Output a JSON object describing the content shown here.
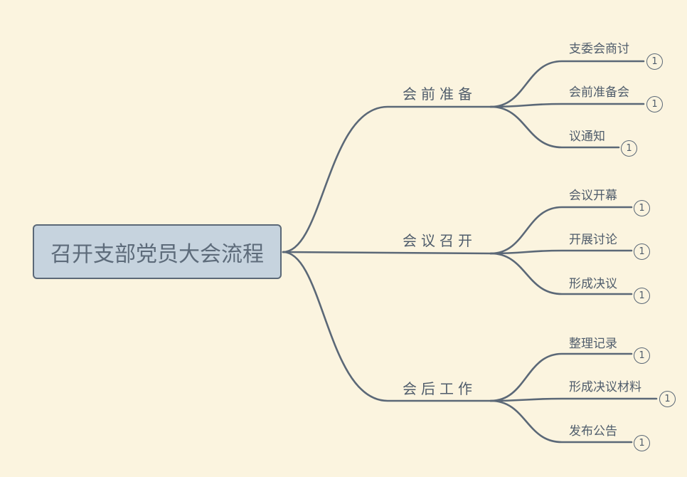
{
  "root": {
    "title": "召开支部党员大会流程"
  },
  "branches": [
    {
      "label": "会前准备",
      "children": [
        {
          "label": "支委会商讨",
          "badge": "1"
        },
        {
          "label": "会前准备会",
          "badge": "1"
        },
        {
          "label": "议通知",
          "badge": "1"
        }
      ]
    },
    {
      "label": "会议召开",
      "children": [
        {
          "label": "会议开幕",
          "badge": "1"
        },
        {
          "label": "开展讨论",
          "badge": "1"
        },
        {
          "label": "形成决议",
          "badge": "1"
        }
      ]
    },
    {
      "label": "会后工作",
      "children": [
        {
          "label": "整理记录",
          "badge": "1"
        },
        {
          "label": "形成决议材料",
          "badge": "1"
        },
        {
          "label": "发布公告",
          "badge": "1"
        }
      ]
    }
  ],
  "colors": {
    "background": "#fbf4df",
    "root_fill": "#c6d3de",
    "line": "#5b6877",
    "text": "#4f5c6b"
  }
}
